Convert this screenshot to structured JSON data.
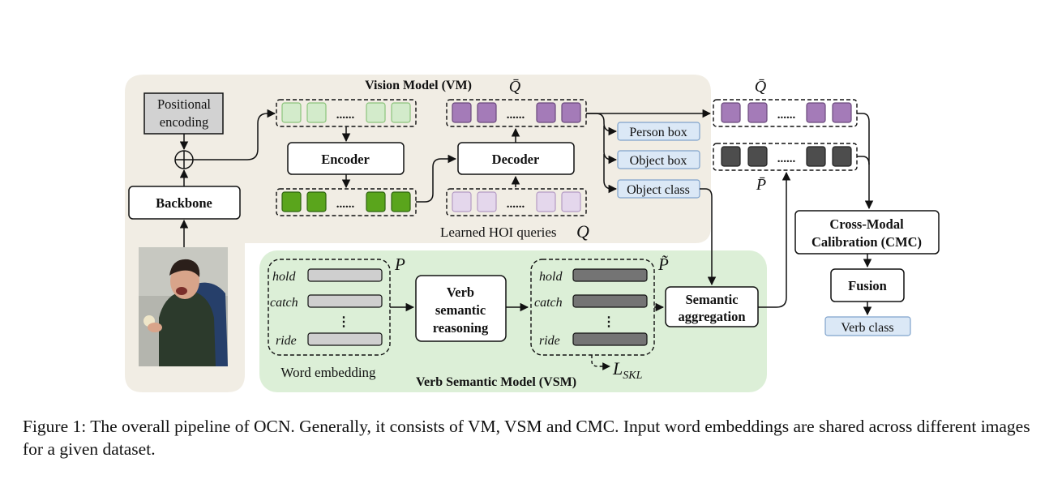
{
  "vision_model": {
    "title": "Vision Model (VM)",
    "positional_encoding": [
      "Positional",
      "encoding"
    ],
    "backbone": "Backbone",
    "encoder": "Encoder",
    "decoder": "Decoder",
    "dots": "......",
    "q_bar": "Q̄",
    "learned_queries": "Learned HOI queries",
    "q_symbol": "Q",
    "outputs": [
      "Person box",
      "Object box",
      "Object class"
    ]
  },
  "right_column": {
    "q_bar": "Q̄",
    "p_bar": "P̄",
    "dots": "......",
    "cmc": [
      "Cross-Modal",
      "Calibration (CMC)"
    ],
    "fusion": "Fusion",
    "verb_class": "Verb class"
  },
  "vsm": {
    "title": "Verb Semantic Model (VSM)",
    "word_embedding": "Word embedding",
    "p_symbol": "P",
    "p_tilde": "P̃",
    "verbs": [
      "hold",
      "catch",
      "⋮",
      "ride"
    ],
    "verb_reasoning": [
      "Verb",
      "semantic",
      "reasoning"
    ],
    "semantic_aggregation": [
      "Semantic",
      "aggregation"
    ],
    "loss_main": "L",
    "loss_sub": "SKL"
  },
  "colors": {
    "vm_bg": "#f1ede4",
    "vsm_bg": "#dcefd7",
    "green_light": "#d3ebcb",
    "green_dark": "#5aa51c",
    "purple": "#a47bb8",
    "purple_light": "#e4d7ec",
    "dark_gray": "#4d4d4d",
    "embed_gray": "#cfcfcf",
    "embed_dark": "#747474",
    "output_blue": "#dbe8f6",
    "pe_gray": "#d2d2d2"
  },
  "caption": "Figure 1: The overall pipeline of OCN. Generally, it consists of VM, VSM and CMC. Input word embeddings are shared across different images for a given dataset."
}
